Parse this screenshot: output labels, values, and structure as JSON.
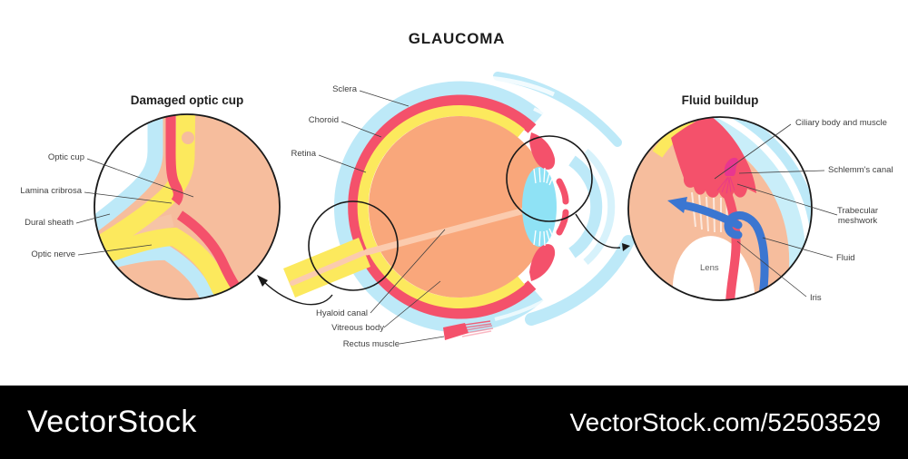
{
  "title": "GLAUCOMA",
  "left_inset": {
    "title": "Damaged optic cup",
    "labels": {
      "optic_cup": "Optic cup",
      "lamina_cribrosa": "Lamina cribrosa",
      "dural_sheath": "Dural sheath",
      "optic_nerve": "Optic nerve"
    }
  },
  "eye": {
    "labels": {
      "sclera": "Sclera",
      "choroid": "Choroid",
      "retina": "Retina",
      "hyaloid_canal": "Hyaloid canal",
      "vitreous_body": "Vitreous body",
      "rectus_muscle": "Rectus muscle"
    }
  },
  "right_inset": {
    "title": "Fluid buildup",
    "labels": {
      "ciliary": "Ciliary body and muscle",
      "schlemms": "Schlemm's canal",
      "trabecular": "Trabecular\nmeshwork",
      "fluid": "Fluid",
      "iris": "Iris",
      "lens": "Lens"
    }
  },
  "watermark": {
    "brand": "VectorStock",
    "url": "VectorStock.com/52503529"
  },
  "colors": {
    "sclera_blue": "#BDE9F8",
    "cornea_blue": "#C9EEF9",
    "lens_blue": "#8FE2F5",
    "choroid_red": "#F4516B",
    "retina_yellow": "#FCE95D",
    "vitreous_orange": "#F9A77B",
    "tissue_peach": "#F6BD9D",
    "schlemm_magenta": "#E8368F",
    "fluid_arrow_blue": "#3B76D1",
    "label_gray": "#3F3F3F",
    "watermark_black": "#000000"
  }
}
